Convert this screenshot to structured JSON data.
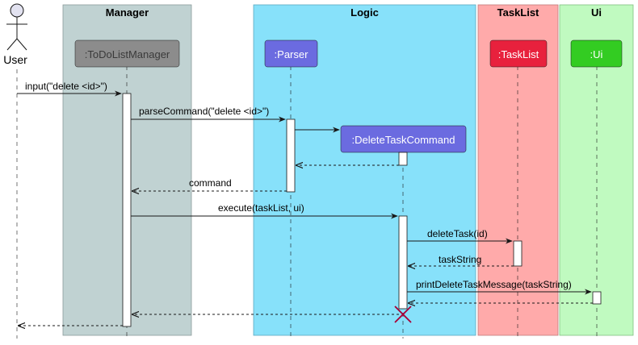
{
  "boxes": [
    {
      "id": "manager",
      "title": "Manager",
      "color": "#C0D2D2"
    },
    {
      "id": "logic",
      "title": "Logic",
      "color": "#87E1FA"
    },
    {
      "id": "tasklist",
      "title": "TaskList",
      "color": "#FFAAAA"
    },
    {
      "id": "ui",
      "title": "Ui",
      "color": "#C0FAC0"
    }
  ],
  "actor": {
    "label": "User"
  },
  "participants": [
    {
      "id": "todo",
      "label": ":ToDoListManager",
      "fill": "#8C8C8C",
      "text_color": "#3A3A3A"
    },
    {
      "id": "parser",
      "label": ":Parser",
      "fill": "#6B6BE0",
      "text_color": "#FFFFFF"
    },
    {
      "id": "delcmd",
      "label": ":DeleteTaskCommand",
      "fill": "#6B6BE0",
      "text_color": "#FFFFFF"
    },
    {
      "id": "tasklist",
      "label": ":TaskList",
      "fill": "#E8213D",
      "text_color": "#FFFFFF"
    },
    {
      "id": "ui",
      "label": ":Ui",
      "fill": "#33CC22",
      "text_color": "#FFFFFF"
    }
  ],
  "messages": [
    {
      "id": "m1",
      "label": "input(\"delete <id>\")",
      "from": "user",
      "to": "todo",
      "kind": "sync"
    },
    {
      "id": "m2",
      "label": "parseCommand(\"delete <id>\")",
      "from": "todo",
      "to": "parser",
      "kind": "sync"
    },
    {
      "id": "m3",
      "label": "",
      "from": "parser",
      "to": "delcmd",
      "kind": "create"
    },
    {
      "id": "m4",
      "label": "",
      "from": "delcmd",
      "to": "parser",
      "kind": "return"
    },
    {
      "id": "m5",
      "label": "command",
      "from": "parser",
      "to": "todo",
      "kind": "return"
    },
    {
      "id": "m6",
      "label": "execute(taskList, ui)",
      "from": "todo",
      "to": "delcmd",
      "kind": "sync"
    },
    {
      "id": "m7",
      "label": "deleteTask(id)",
      "from": "delcmd",
      "to": "tasklist",
      "kind": "sync"
    },
    {
      "id": "m8",
      "label": "taskString",
      "from": "tasklist",
      "to": "delcmd",
      "kind": "return"
    },
    {
      "id": "m9",
      "label": "printDeleteTaskMessage(taskString)",
      "from": "delcmd",
      "to": "ui",
      "kind": "sync"
    },
    {
      "id": "m10",
      "label": "",
      "from": "ui",
      "to": "delcmd",
      "kind": "return"
    },
    {
      "id": "m11",
      "label": "",
      "from": "delcmd",
      "to": "todo",
      "kind": "return"
    },
    {
      "id": "m12",
      "label": "",
      "from": "todo",
      "to": "user",
      "kind": "return"
    }
  ],
  "destroy_color": "#A80036"
}
